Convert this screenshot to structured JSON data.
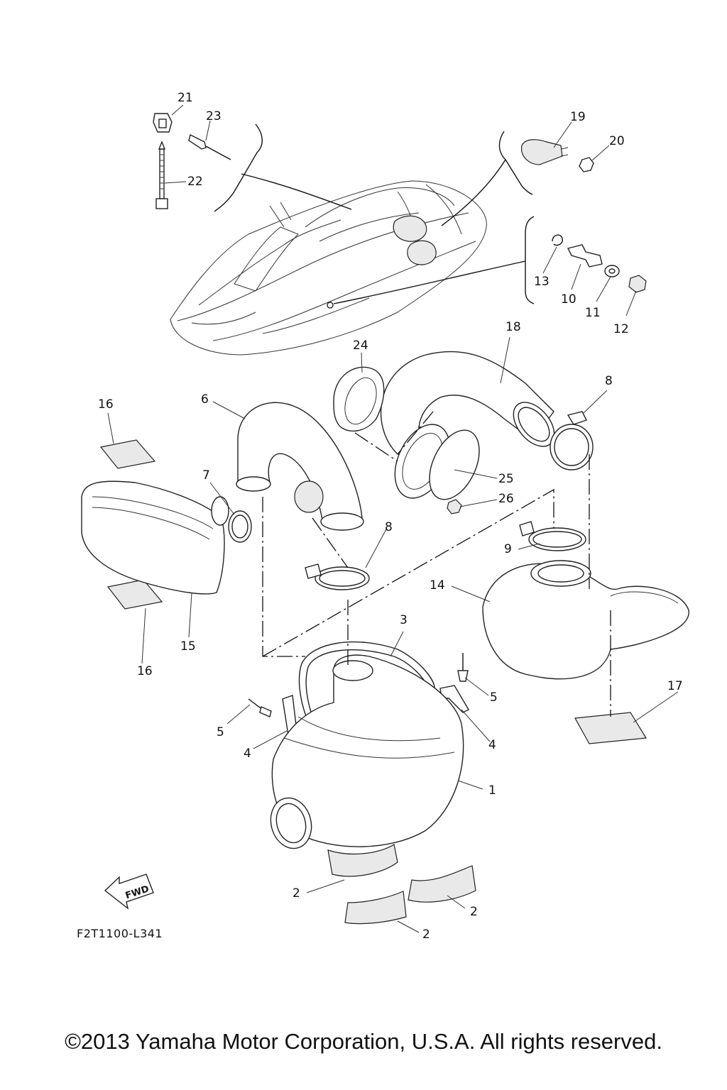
{
  "diagram_code": "F2T1100-L341",
  "copyright": "©2013 Yamaha Motor Corporation, U.S.A. All rights reserved.",
  "fwd_label": "FWD",
  "callouts": [
    "21",
    "23",
    "22",
    "19",
    "20",
    "13",
    "10",
    "11",
    "12",
    "18",
    "24",
    "8",
    "16",
    "6",
    "25",
    "26",
    "7",
    "8",
    "9",
    "14",
    "15",
    "16",
    "3",
    "5",
    "5",
    "4",
    "4",
    "1",
    "17",
    "2",
    "2",
    "2"
  ]
}
